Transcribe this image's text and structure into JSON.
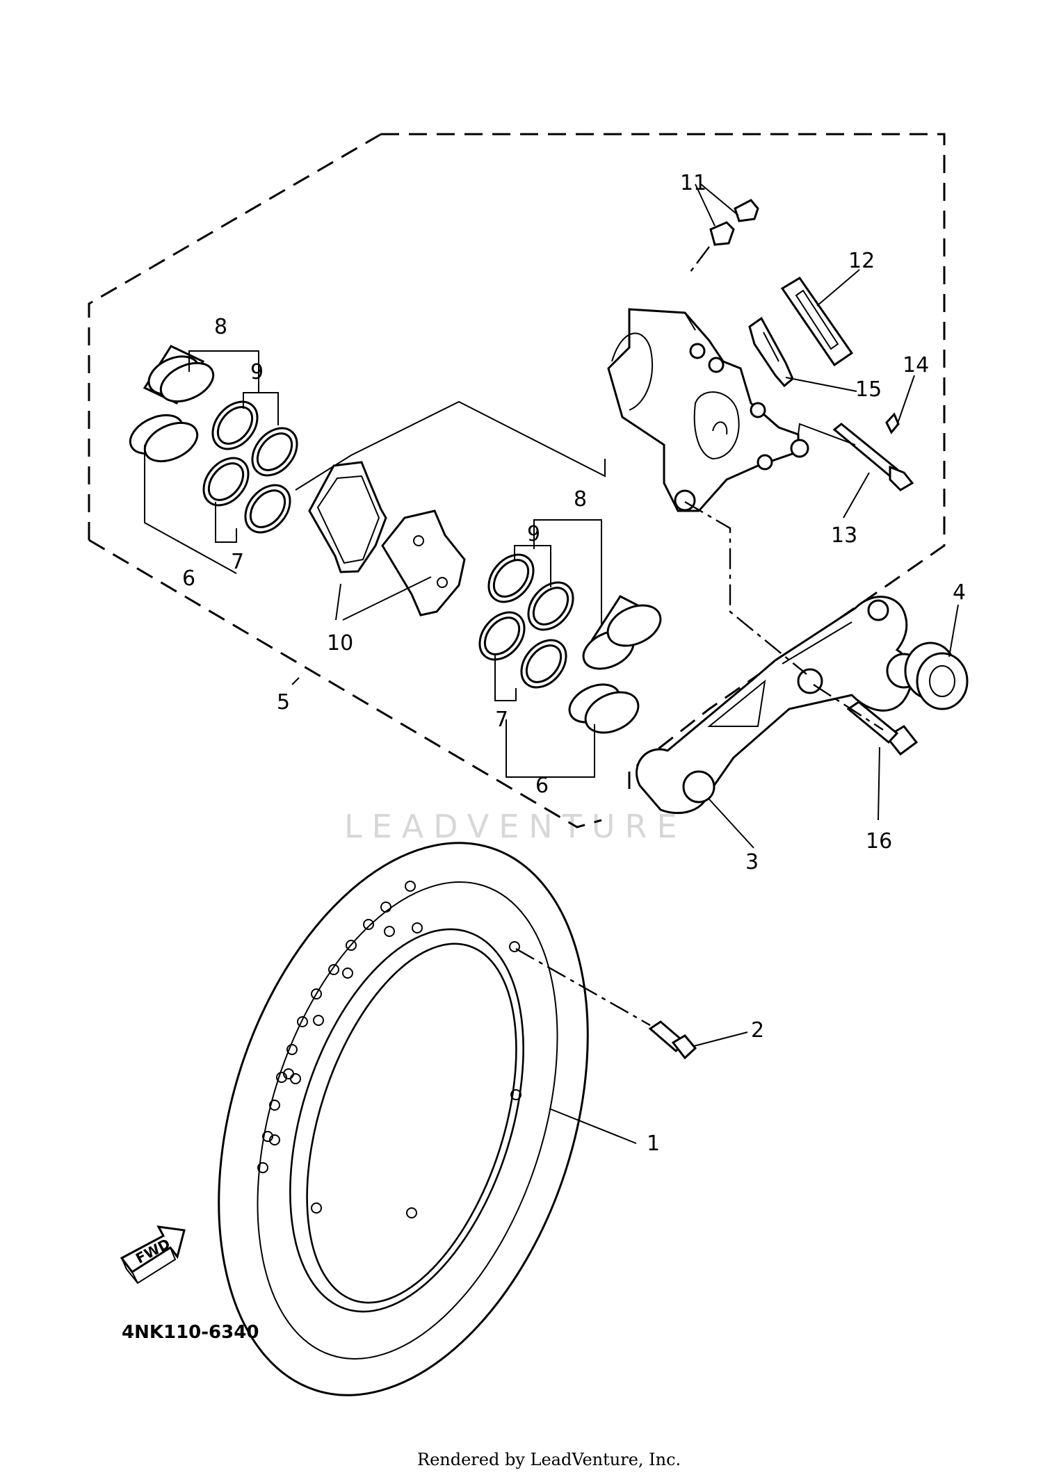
{
  "diagram": {
    "part_code": "4NK110-6340",
    "fwd_label": "FWD",
    "watermark": "LEADVENTURE",
    "footer": "Rendered by LeadVenture, Inc.",
    "callouts": {
      "c1": "1",
      "c2": "2",
      "c3": "3",
      "c4": "4",
      "c5": "5",
      "c6a": "6",
      "c6b": "6",
      "c7a": "7",
      "c7b": "7",
      "c8a": "8",
      "c8b": "8",
      "c9a": "9",
      "c9b": "9",
      "c10": "10",
      "c11": "11",
      "c12": "12",
      "c13": "13",
      "c14": "14",
      "c15": "15",
      "c16": "16"
    }
  }
}
